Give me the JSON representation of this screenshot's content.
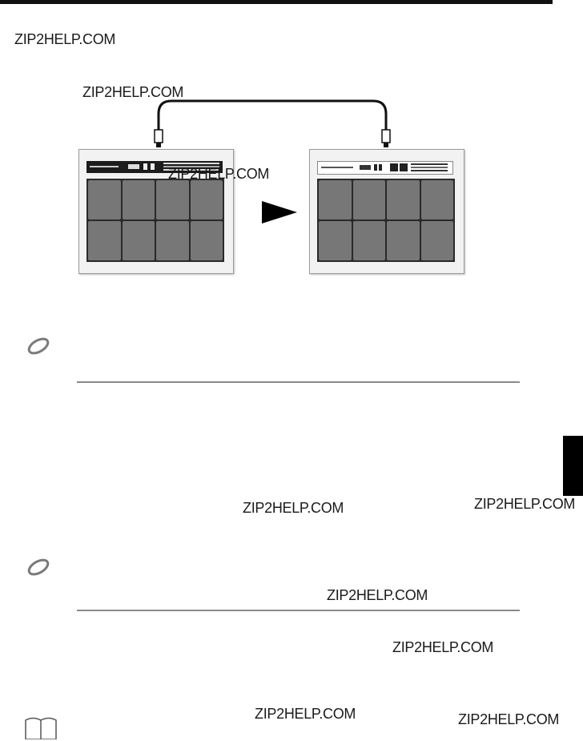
{
  "watermarks": [
    "ZIP2HELP.COM",
    "ZIP2HELP.COM",
    "ZIP2HELP.COM",
    "ZIP2HELP.COM",
    "ZIP2HELP.COM",
    "ZIP2HELP.COM",
    "ZIP2HELP.COM",
    "ZIP2HELP.COM",
    "ZIP2HELP.COM"
  ],
  "figure": {
    "left_device": {
      "pad_count": 8
    },
    "right_device": {
      "pad_count": 8
    },
    "cable": "usb-cable-icon",
    "arrow": "arrow-right-icon"
  },
  "icons": {
    "note_1": "note-icon",
    "note_2": "note-icon",
    "reference": "book-icon"
  },
  "colors": {
    "pad": "#777777",
    "rule": "#8a8a8a",
    "tab": "#000000"
  }
}
